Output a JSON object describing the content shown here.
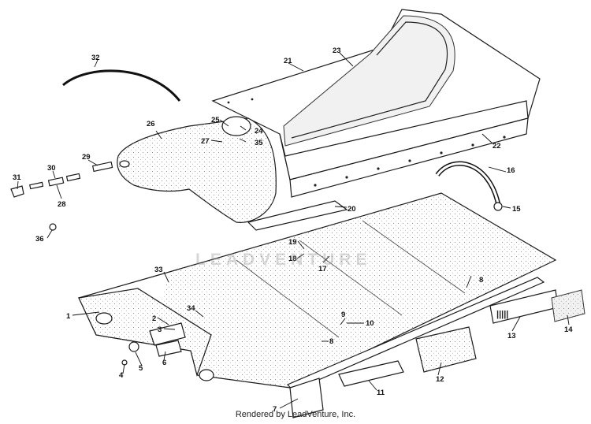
{
  "watermark": "LEADVENTURE",
  "footer": "Rendered by LeadVenture, Inc.",
  "callouts": [
    "1",
    "2",
    "3",
    "4",
    "5",
    "6",
    "7",
    "8",
    "8",
    "9",
    "10",
    "11",
    "12",
    "13",
    "14",
    "15",
    "16",
    "17",
    "18",
    "19",
    "20",
    "21",
    "22",
    "23",
    "24",
    "25",
    "26",
    "27",
    "28",
    "29",
    "30",
    "31",
    "32",
    "33",
    "34",
    "35",
    "36"
  ]
}
